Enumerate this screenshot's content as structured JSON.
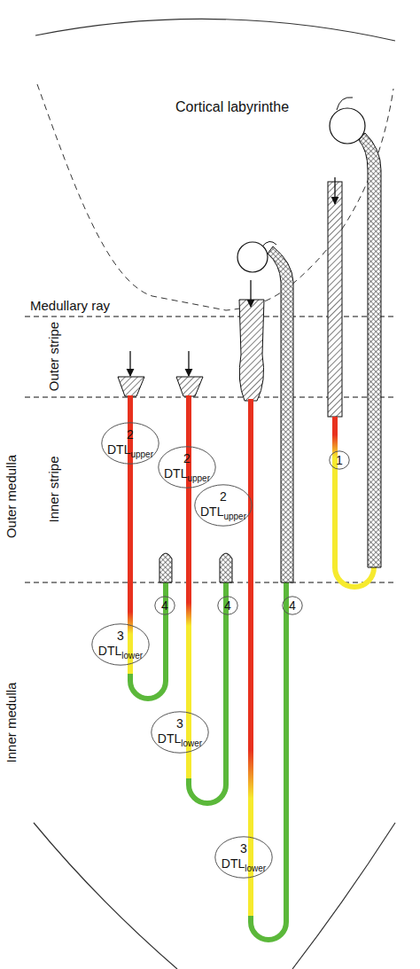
{
  "diagram": {
    "nodes": [
      {
        "text": [
          "2",
          "DTL",
          "upper"
        ]
      },
      {
        "text": [
          "1"
        ]
      },
      {
        "text": [
          "2",
          "DTL",
          "upper"
        ]
      },
      {
        "text": [
          "2",
          "DTL",
          "upper"
        ]
      },
      {
        "text": [
          "4"
        ]
      },
      {
        "text": [
          "4"
        ]
      },
      {
        "text": [
          "4"
        ]
      },
      {
        "text": [
          "3",
          "DTL",
          "lower"
        ]
      },
      {
        "text": [
          "3",
          "DTL",
          "lower"
        ]
      },
      {
        "text": [
          "3",
          "DTL",
          "lower"
        ]
      }
    ],
    "labels": [
      "Cortical labyrinthe",
      "Medullary ray",
      "Outer stripe",
      "Outer medulla",
      "Inner stripe",
      "Inner medulla"
    ]
  }
}
